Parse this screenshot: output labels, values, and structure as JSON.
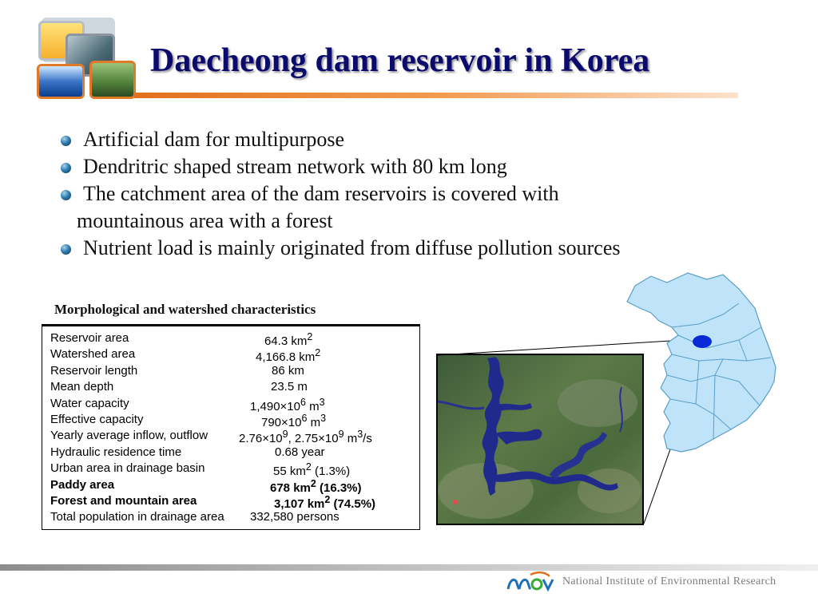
{
  "slide": {
    "title": "Daecheong dam reservoir in Korea",
    "bullets": [
      {
        "text": "Artificial dam for multipurpose"
      },
      {
        "text": "Dendritric shaped stream network with 80 km long"
      },
      {
        "text": "The catchment area of  the dam reservoirs is covered with",
        "continuation": "mountainous area with a forest"
      },
      {
        "text": "Nutrient load is mainly originated from diffuse pollution sources"
      }
    ],
    "table": {
      "caption": "Morphological and watershed characteristics",
      "rows": [
        {
          "label": "Reservoir area",
          "value": "64.3 km2"
        },
        {
          "label": "Watershed area",
          "value": "4,166.8 km2"
        },
        {
          "label": "Reservoir length",
          "value": "86 km"
        },
        {
          "label": "Mean depth",
          "value": "23.5 m"
        },
        {
          "label": "Water capacity",
          "value": "1,490×106 m3"
        },
        {
          "label": "Effective capacity",
          "value": "790×106 m3"
        },
        {
          "label": "Yearly average inflow, outflow",
          "value": "2.76×109, 2.75×109 m3/s"
        },
        {
          "label": "Hydraulic residence time",
          "value": "0.68 year"
        },
        {
          "label": "Urban area in drainage basin",
          "value": "55 km2 (1.3%)"
        },
        {
          "label": "Paddy area",
          "value": "678 km2 (16.3%)",
          "bold": true
        },
        {
          "label": "Forest and mountain area",
          "value": "3,107 km2 (74.5%)",
          "bold": true
        },
        {
          "label": "Total population in drainage area",
          "value": "332,580 persons"
        }
      ]
    },
    "footer": {
      "org": "National Institute of Environmental Research"
    },
    "colors": {
      "title": "#0b0b6e",
      "accent_orange": "#e2701d",
      "map_fill": "#bfe3f8",
      "map_marker": "#0a2ad8",
      "footer_text": "#7d7d7d"
    },
    "icons": {
      "bullet": "blue-sphere-bullet-icon",
      "logo": "niер-logo-icon"
    }
  }
}
